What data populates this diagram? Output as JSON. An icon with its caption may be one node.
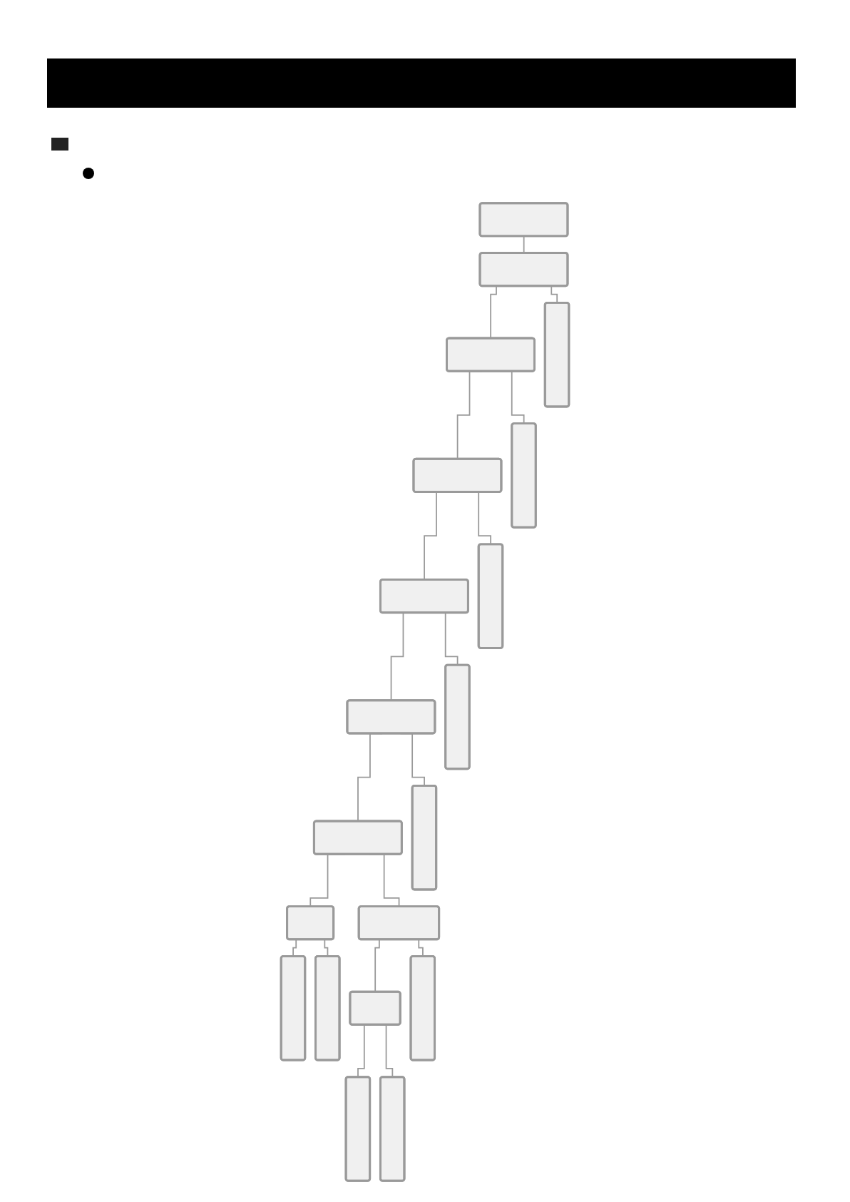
{
  "diagram": {
    "nodes": [
      {
        "text": [],
        "shape": "box"
      },
      {
        "text": [],
        "shape": "box"
      },
      {
        "text": [],
        "shape": "box"
      },
      {
        "text": [],
        "shape": "box"
      },
      {
        "text": [],
        "shape": "box"
      },
      {
        "text": [],
        "shape": "box"
      },
      {
        "text": [],
        "shape": "box"
      },
      {
        "text": [],
        "shape": "box"
      },
      {
        "text": [],
        "shape": "box"
      },
      {
        "text": [],
        "shape": "box"
      },
      {
        "text": [],
        "shape": "box"
      },
      {
        "text": [],
        "shape": "box"
      },
      {
        "text": [],
        "shape": "box"
      },
      {
        "text": [],
        "shape": "box"
      },
      {
        "text": [],
        "shape": "box"
      },
      {
        "text": [],
        "shape": "box"
      },
      {
        "text": [],
        "shape": "box"
      },
      {
        "text": [],
        "shape": "box"
      },
      {
        "text": [],
        "shape": "box"
      },
      {
        "text": [],
        "shape": "box"
      }
    ],
    "edges": [
      {
        "from": 0,
        "to": 1,
        "arrow": "none"
      },
      {
        "from": 1,
        "to": 2,
        "arrow": "none"
      },
      {
        "from": 1,
        "to": 9,
        "arrow": "none"
      },
      {
        "from": 2,
        "to": 3,
        "arrow": "none"
      },
      {
        "from": 2,
        "to": 10,
        "arrow": "none"
      },
      {
        "from": 3,
        "to": 4,
        "arrow": "none"
      },
      {
        "from": 3,
        "to": 11,
        "arrow": "none"
      },
      {
        "from": 4,
        "to": 5,
        "arrow": "none"
      },
      {
        "from": 4,
        "to": 17,
        "arrow": "none"
      },
      {
        "from": 5,
        "to": 6,
        "arrow": "none"
      },
      {
        "from": 5,
        "to": 12,
        "arrow": "none"
      },
      {
        "from": 6,
        "to": 7,
        "arrow": "none"
      },
      {
        "from": 6,
        "to": 8,
        "arrow": "none"
      },
      {
        "from": 7,
        "to": 13,
        "arrow": "none"
      },
      {
        "from": 7,
        "to": 14,
        "arrow": "none"
      },
      {
        "from": 8,
        "to": 15,
        "arrow": "none"
      },
      {
        "from": 8,
        "to": 16,
        "arrow": "none"
      },
      {
        "from": 15,
        "to": 18,
        "arrow": "none"
      },
      {
        "from": 15,
        "to": 19,
        "arrow": "none"
      }
    ]
  }
}
